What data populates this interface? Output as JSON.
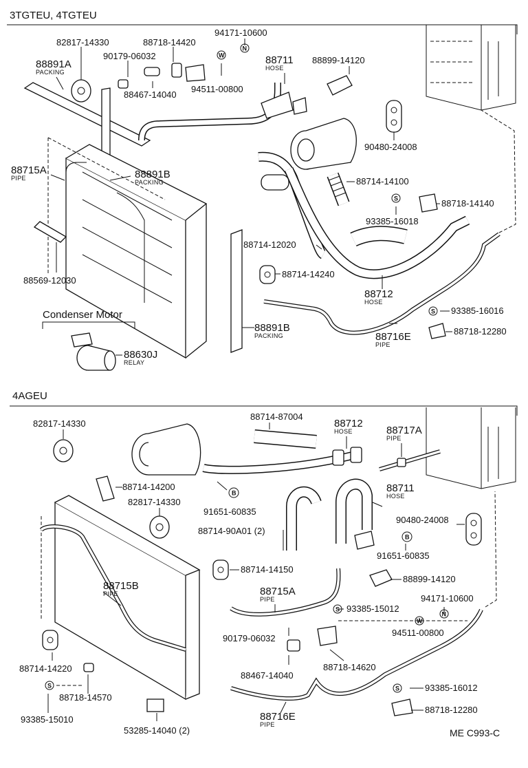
{
  "sections": [
    {
      "title": "3TGTEU, 4TGTEU"
    },
    {
      "title": "4AGEU",
      "subtitle": "Condenser Motor"
    }
  ],
  "labels": [
    {
      "pn": "94171-10600"
    },
    {
      "pn": "82817-14330"
    },
    {
      "pn": "88718-14420"
    },
    {
      "pn": "90179-06032"
    },
    {
      "pn": "88891A",
      "sub": "PACKING"
    },
    {
      "pn": "88711",
      "sub": "HOSE"
    },
    {
      "pn": "88899-14120"
    },
    {
      "pn": "88467-14040"
    },
    {
      "pn": "94511-00800"
    },
    {
      "pn": "90480-24008"
    },
    {
      "pn": "88715A",
      "sub": "PIPE"
    },
    {
      "pn": "88891B",
      "sub": "PACKING"
    },
    {
      "pn": "88714-14100"
    },
    {
      "pn": "88718-14140"
    },
    {
      "pn": "93385-16018"
    },
    {
      "pn": "88714-12020"
    },
    {
      "pn": "88569-12030"
    },
    {
      "pn": "88714-14240"
    },
    {
      "pn": "88712",
      "sub": "HOSE"
    },
    {
      "pn": "93385-16016"
    },
    {
      "pn": "88718-12280"
    },
    {
      "pn": "88891B",
      "sub": "PACKING"
    },
    {
      "pn": "88716E",
      "sub": "PIPE"
    },
    {
      "pn": "88630J",
      "sub": "RELAY"
    },
    {
      "pn": "82817-14330"
    },
    {
      "pn": "88714-87004"
    },
    {
      "pn": "88712",
      "sub": "HOSE"
    },
    {
      "pn": "88717A",
      "sub": "PIPE"
    },
    {
      "pn": "88714-14200"
    },
    {
      "pn": "82817-14330"
    },
    {
      "pn": "88711",
      "sub": "HOSE"
    },
    {
      "pn": "91651-60835"
    },
    {
      "pn": "90480-24008"
    },
    {
      "pn": "88714-90A01 (2)"
    },
    {
      "pn": "91651-60835"
    },
    {
      "pn": "88714-14150"
    },
    {
      "pn": "88899-14120"
    },
    {
      "pn": "88715B",
      "sub": "PIPE"
    },
    {
      "pn": "88715A",
      "sub": "PIPE"
    },
    {
      "pn": "93385-15012"
    },
    {
      "pn": "94171-10600"
    },
    {
      "pn": "90179-06032"
    },
    {
      "pn": "94511-00800"
    },
    {
      "pn": "88467-14040"
    },
    {
      "pn": "88718-14620"
    },
    {
      "pn": "88714-14220"
    },
    {
      "pn": "88718-14570"
    },
    {
      "pn": "93385-16012"
    },
    {
      "pn": "93385-15010"
    },
    {
      "pn": "88716E",
      "sub": "PIPE"
    },
    {
      "pn": "88718-12280"
    },
    {
      "pn": "53285-14040 (2)"
    }
  ],
  "symbols": {
    "nut": "N",
    "washer": "W",
    "screw": "S",
    "bolt": "B"
  },
  "figure_code": "ME  C993-C"
}
